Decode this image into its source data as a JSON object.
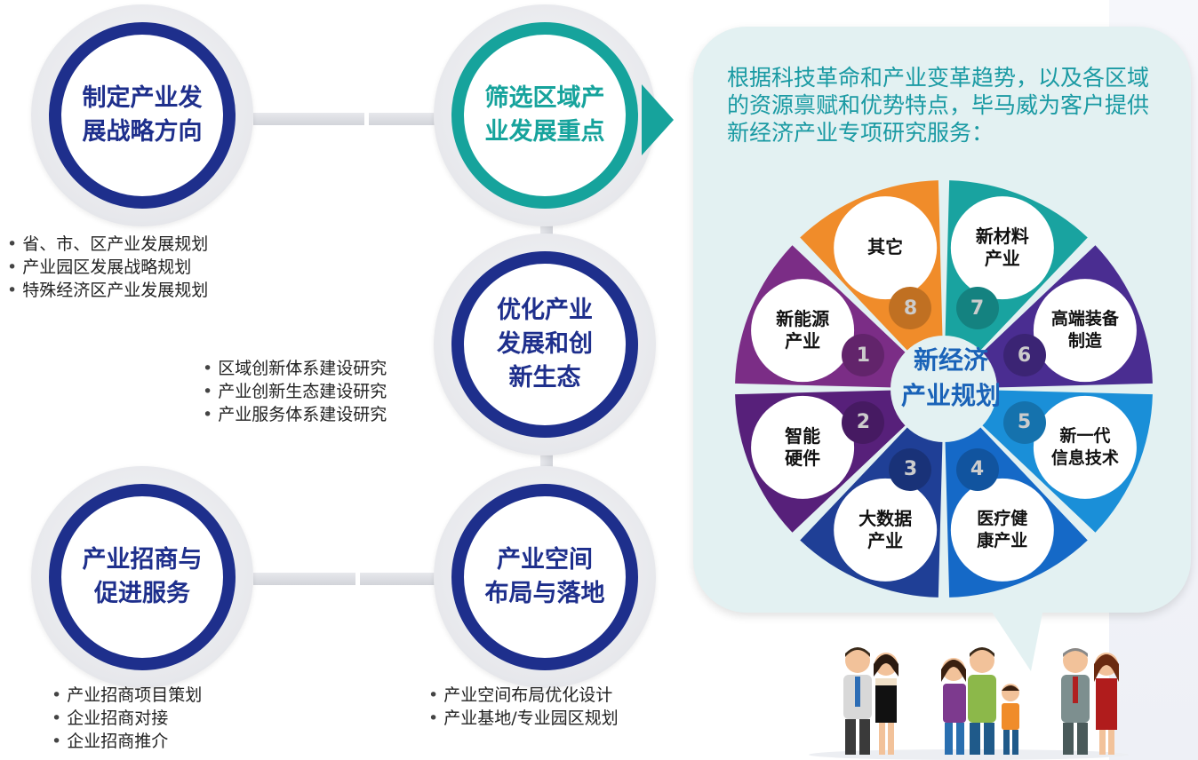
{
  "steps": [
    {
      "title": "制定产业发\n展战略方向"
    },
    {
      "title": "筛选区域产\n业发展重点"
    },
    {
      "title": "优化产业\n发展和创\n新生态"
    },
    {
      "title": "产业空间\n布局与落地"
    },
    {
      "title": "产业招商与\n促进服务"
    }
  ],
  "lists": {
    "step1": [
      "省、市、区产业发展规划",
      "产业园区发展战略规划",
      "特殊经济区产业发展规划"
    ],
    "step3": [
      "区域创新体系建设研究",
      "产业创新生态建设研究",
      "产业服务体系建设研究"
    ],
    "step4": [
      "产业空间布局优化设计",
      "产业基地/专业园区规划"
    ],
    "step5": [
      "产业招商项目策划",
      "企业招商对接",
      "企业招商推介"
    ]
  },
  "bubble": {
    "text": "根据科技革命和产业变革趋势，以及各区域的资源禀赋和优势特点，毕马威为客户提供新经济产业专项研究服务："
  },
  "center_title": "新经济\n产业规划",
  "petals": [
    {
      "num": "1",
      "label": "新能源\n产业",
      "color": "#7b2d86"
    },
    {
      "num": "2",
      "label": "智能\n硬件",
      "color": "#57207a"
    },
    {
      "num": "3",
      "label": "大数据\n产业",
      "color": "#1f3f96"
    },
    {
      "num": "4",
      "label": "医疗健\n康产业",
      "color": "#1569c7"
    },
    {
      "num": "5",
      "label": "新一代\n信息技术",
      "color": "#1a8fd8"
    },
    {
      "num": "6",
      "label": "高端装备\n制造",
      "color": "#4a2d91"
    },
    {
      "num": "7",
      "label": "新材料\n产业",
      "color": "#19a3a0"
    },
    {
      "num": "8",
      "label": "其它",
      "color": "#f08c2a"
    }
  ],
  "colors": {
    "navy": "#1e2f8c",
    "teal": "#16a39c",
    "bubble_bg": "#e3f1f2",
    "bubble_text": "#1a9aa3"
  }
}
